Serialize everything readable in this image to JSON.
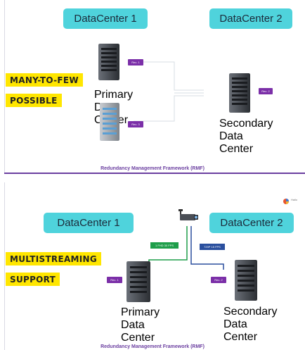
{
  "slide1": {
    "dc1_label": "DataCenter 1",
    "dc2_label": "DataCenter 2",
    "feature_line1": "MANY-TO-FEW",
    "feature_line2": "POSSIBLE",
    "primary_caption": "Primary Data Center",
    "secondary_caption": "Secondary Data Center",
    "rec1": "Rec. 1",
    "rec2": "Rec. 2",
    "rec3": "Rec. 3",
    "footer": "Redundancy Management Framework (RMF)"
  },
  "slide2": {
    "dc1_label": "DataCenter 1",
    "dc2_label": "DataCenter 2",
    "feature_line1": "MULTISTREAMING",
    "feature_line2": "SUPPORT",
    "primary_caption": "Primary Data Center",
    "secondary_caption": "Secondary Data Center",
    "rec1": "Rec. 1",
    "rec2": "Rec. 2",
    "stream1_fps": "1 FHD 30 FPS",
    "stream2_fps": "720P 15 FPS",
    "logo_text": "Hailo",
    "footer": "Redundancy Management Framework (RMF)"
  },
  "colors": {
    "datacenter_label_bg": "#4fd3dc",
    "highlight_yellow": "#ffe600",
    "rec_purple": "#7b2fa8",
    "footer_purple": "#6b3fa0",
    "stream_green": "#1e9e4a",
    "stream_blue": "#2a4f9e"
  },
  "icons": [
    "server-rack-icon",
    "security-camera-icon",
    "company-logo-icon"
  ]
}
